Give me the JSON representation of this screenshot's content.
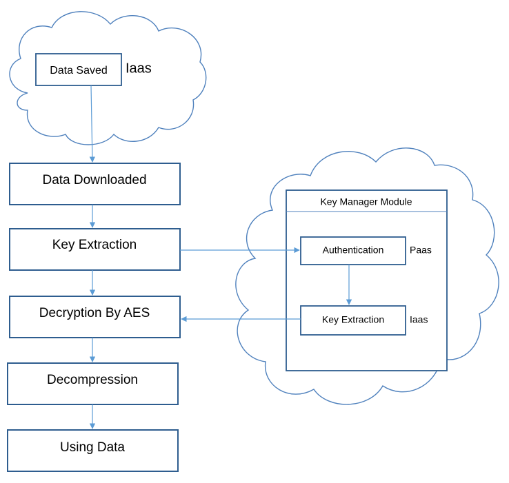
{
  "clouds": {
    "top": {
      "box_label": "Data Saved",
      "service_label": "Iaas"
    },
    "right": {
      "module_title": "Key Manager Module",
      "authentication_label": "Authentication",
      "authentication_service": "Paas",
      "key_extraction_label": "Key Extraction",
      "key_extraction_service": "Iaas"
    }
  },
  "flow": {
    "steps": [
      "Data Downloaded",
      "Key Extraction",
      "Decryption By AES",
      "Decompression",
      "Using Data"
    ]
  },
  "colors": {
    "box_stroke": "#2e5d8f",
    "cloud_stroke": "#4f81bd",
    "arrow": "#5b9bd5"
  }
}
